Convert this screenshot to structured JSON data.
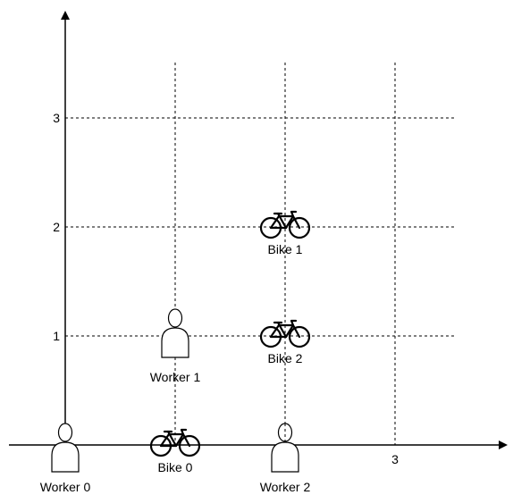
{
  "y_ticks": [
    {
      "value": 1,
      "label": "1"
    },
    {
      "value": 2,
      "label": "2"
    },
    {
      "value": 3,
      "label": "3"
    }
  ],
  "x_ticks": [
    {
      "value": 3,
      "label": "3"
    }
  ],
  "workers": [
    {
      "name": "Worker 0",
      "x": 0,
      "y": 0
    },
    {
      "name": "Worker 1",
      "x": 1,
      "y": 1
    },
    {
      "name": "Worker 2",
      "x": 2,
      "y": 0
    }
  ],
  "bikes": [
    {
      "name": "Bike 0",
      "x": 1,
      "y": 0
    },
    {
      "name": "Bike 1",
      "x": 2,
      "y": 2
    },
    {
      "name": "Bike 2",
      "x": 2,
      "y": 1
    }
  ],
  "colors": {
    "ink": "#000000",
    "background": "#ffffff"
  }
}
